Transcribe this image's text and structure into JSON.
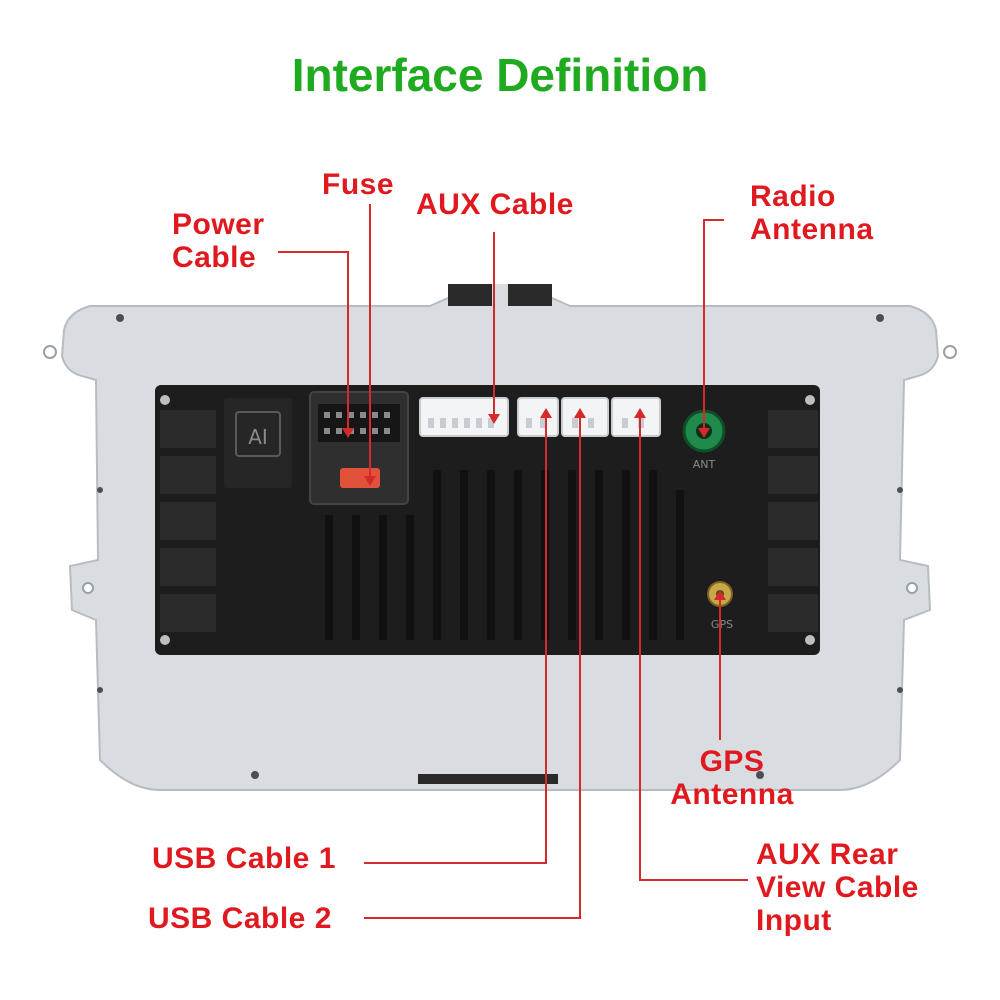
{
  "title": "Interface Definition",
  "colors": {
    "title": "#1faa1f",
    "label": "#e0191f",
    "leader": "#d42a2a",
    "bracket": "#d9dde2",
    "panel": "#1d1d1d",
    "connector": "#f2f4f6",
    "fuse": "#e2523a",
    "antenna_radio": "#1f8a4a",
    "antenna_gps": "#c9a64a"
  },
  "labels": {
    "fuse": "Fuse",
    "power_cable": "Power\nCable",
    "aux_cable": "AUX Cable",
    "radio_antenna": "Radio\nAntenna",
    "gps_antenna": "GPS\nAntenna",
    "usb_cable_1": "USB Cable 1",
    "usb_cable_2": "USB Cable 2",
    "aux_rear_view": "AUX Rear\nView Cable\nInput"
  },
  "device_marks": {
    "ai_logo": "AI",
    "ant_marking": "ANT",
    "gps_marking": "GPS"
  },
  "icons": [
    "fuse-icon",
    "radio-antenna-socket-icon",
    "gps-antenna-socket-icon",
    "ai-logo-icon"
  ]
}
